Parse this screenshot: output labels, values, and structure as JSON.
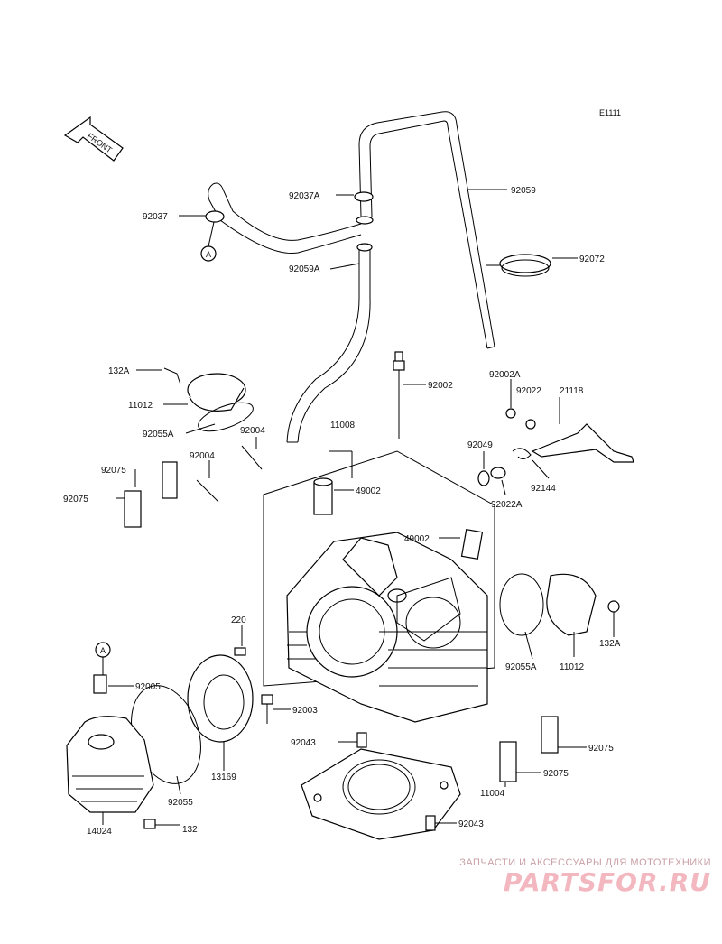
{
  "diagram": {
    "code": "E1111",
    "front_label": "FRONT",
    "labels": {
      "l_92059": "92059",
      "l_92037A": "92037A",
      "l_92037": "92037",
      "l_92059A": "92059A",
      "l_92072": "92072",
      "l_132A_top": "132A",
      "l_11012_top": "11012",
      "l_92055A_top": "92055A",
      "l_92002": "92002",
      "l_92002A": "92002A",
      "l_92022": "92022",
      "l_21118": "21118",
      "l_92004_a": "92004",
      "l_92004_b": "92004",
      "l_11008": "11008",
      "l_92049": "92049",
      "l_92075_a": "92075",
      "l_92075_b": "92075",
      "l_49002_a": "49002",
      "l_49002_b": "49002",
      "l_92144": "92144",
      "l_92022A": "92022A",
      "l_220": "220",
      "l_92055A_right": "92055A",
      "l_11012_right": "11012",
      "l_132A_right": "132A",
      "l_92005": "92005",
      "l_92003": "92003",
      "l_92043_a": "92043",
      "l_92043_b": "92043",
      "l_92075_c": "92075",
      "l_92075_d": "92075",
      "l_11004": "11004",
      "l_13169": "13169",
      "l_92055": "92055",
      "l_14024": "14024",
      "l_132": "132"
    },
    "callout_a": "A"
  },
  "watermark": {
    "subtitle": "ЗАПЧАСТИ И АКСЕССУАРЫ ДЛЯ МОТОТЕХНИКИ",
    "logo": "PARTSFOR.RU"
  }
}
